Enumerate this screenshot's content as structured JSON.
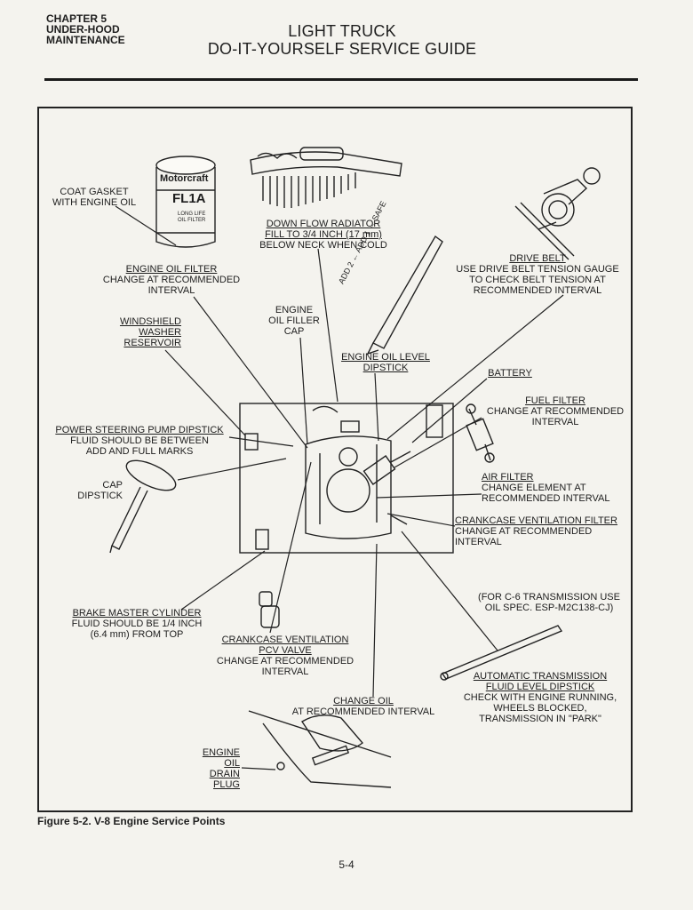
{
  "header": {
    "chapter": [
      "CHAPTER 5",
      "UNDER-HOOD",
      "MAINTENANCE"
    ],
    "title": [
      "LIGHT TRUCK",
      "DO-IT-YOURSELF SERVICE GUIDE"
    ]
  },
  "diagram": {
    "oil_filter_brand": "Motorcraft",
    "oil_filter_model": "FL1A",
    "oil_filter_small": [
      "LONG LIFE",
      "OIL FILTER"
    ],
    "dipstick_scale": "ADD 2 ← ADD 1 ← SAFE",
    "labels": {
      "coat_gasket": [
        "COAT GASKET",
        "WITH ENGINE OIL"
      ],
      "radiator": [
        "DOWN FLOW RADIATOR",
        "FILL TO 3/4 INCH (17 mm)",
        "BELOW NECK WHEN COLD"
      ],
      "drive_belt": [
        "DRIVE BELT",
        "USE DRIVE BELT TENSION GAUGE",
        "TO CHECK BELT TENSION AT",
        "RECOMMENDED INTERVAL"
      ],
      "oil_filter": [
        "ENGINE OIL FILTER",
        "CHANGE AT RECOMMENDED",
        "INTERVAL"
      ],
      "oil_filler_cap": [
        "ENGINE",
        "OIL FILLER",
        "CAP"
      ],
      "washer_reservoir": [
        "WINDSHIELD",
        "WASHER",
        "RESERVOIR"
      ],
      "oil_level_dipstick": [
        "ENGINE OIL LEVEL",
        "DIPSTICK"
      ],
      "battery": [
        "BATTERY"
      ],
      "fuel_filter": [
        "FUEL FILTER",
        "CHANGE AT RECOMMENDED",
        "INTERVAL"
      ],
      "power_steering": [
        "POWER STEERING PUMP DIPSTICK",
        "FLUID SHOULD BE BETWEEN",
        "ADD AND FULL MARKS"
      ],
      "cap_dipstick": [
        "CAP",
        "DIPSTICK"
      ],
      "air_filter": [
        "AIR FILTER",
        "CHANGE ELEMENT AT",
        "RECOMMENDED INTERVAL"
      ],
      "crankcase_filter": [
        "CRANKCASE VENTILATION FILTER",
        "CHANGE AT RECOMMENDED",
        "INTERVAL"
      ],
      "c6_note": [
        "(FOR C-6 TRANSMISSION USE",
        "OIL SPEC. ESP-M2C138-CJ)"
      ],
      "brake_master": [
        "BRAKE MASTER CYLINDER",
        "FLUID SHOULD BE 1/4 INCH",
        "(6.4 mm) FROM TOP"
      ],
      "pcv_valve": [
        "CRANKCASE VENTILATION",
        "PCV VALVE",
        "CHANGE AT RECOMMENDED",
        "INTERVAL"
      ],
      "auto_trans": [
        "AUTOMATIC TRANSMISSION",
        "FLUID LEVEL DIPSTICK",
        "CHECK WITH ENGINE RUNNING,",
        "WHEELS BLOCKED,",
        "TRANSMISSION IN \"PARK\""
      ],
      "change_oil": [
        "CHANGE OIL",
        "AT RECOMMENDED INTERVAL"
      ],
      "drain_plug": [
        "ENGINE",
        "OIL",
        "DRAIN",
        "PLUG"
      ]
    }
  },
  "caption": "Figure 5-2.  V-8 Engine Service Points",
  "page_number": "5-4"
}
